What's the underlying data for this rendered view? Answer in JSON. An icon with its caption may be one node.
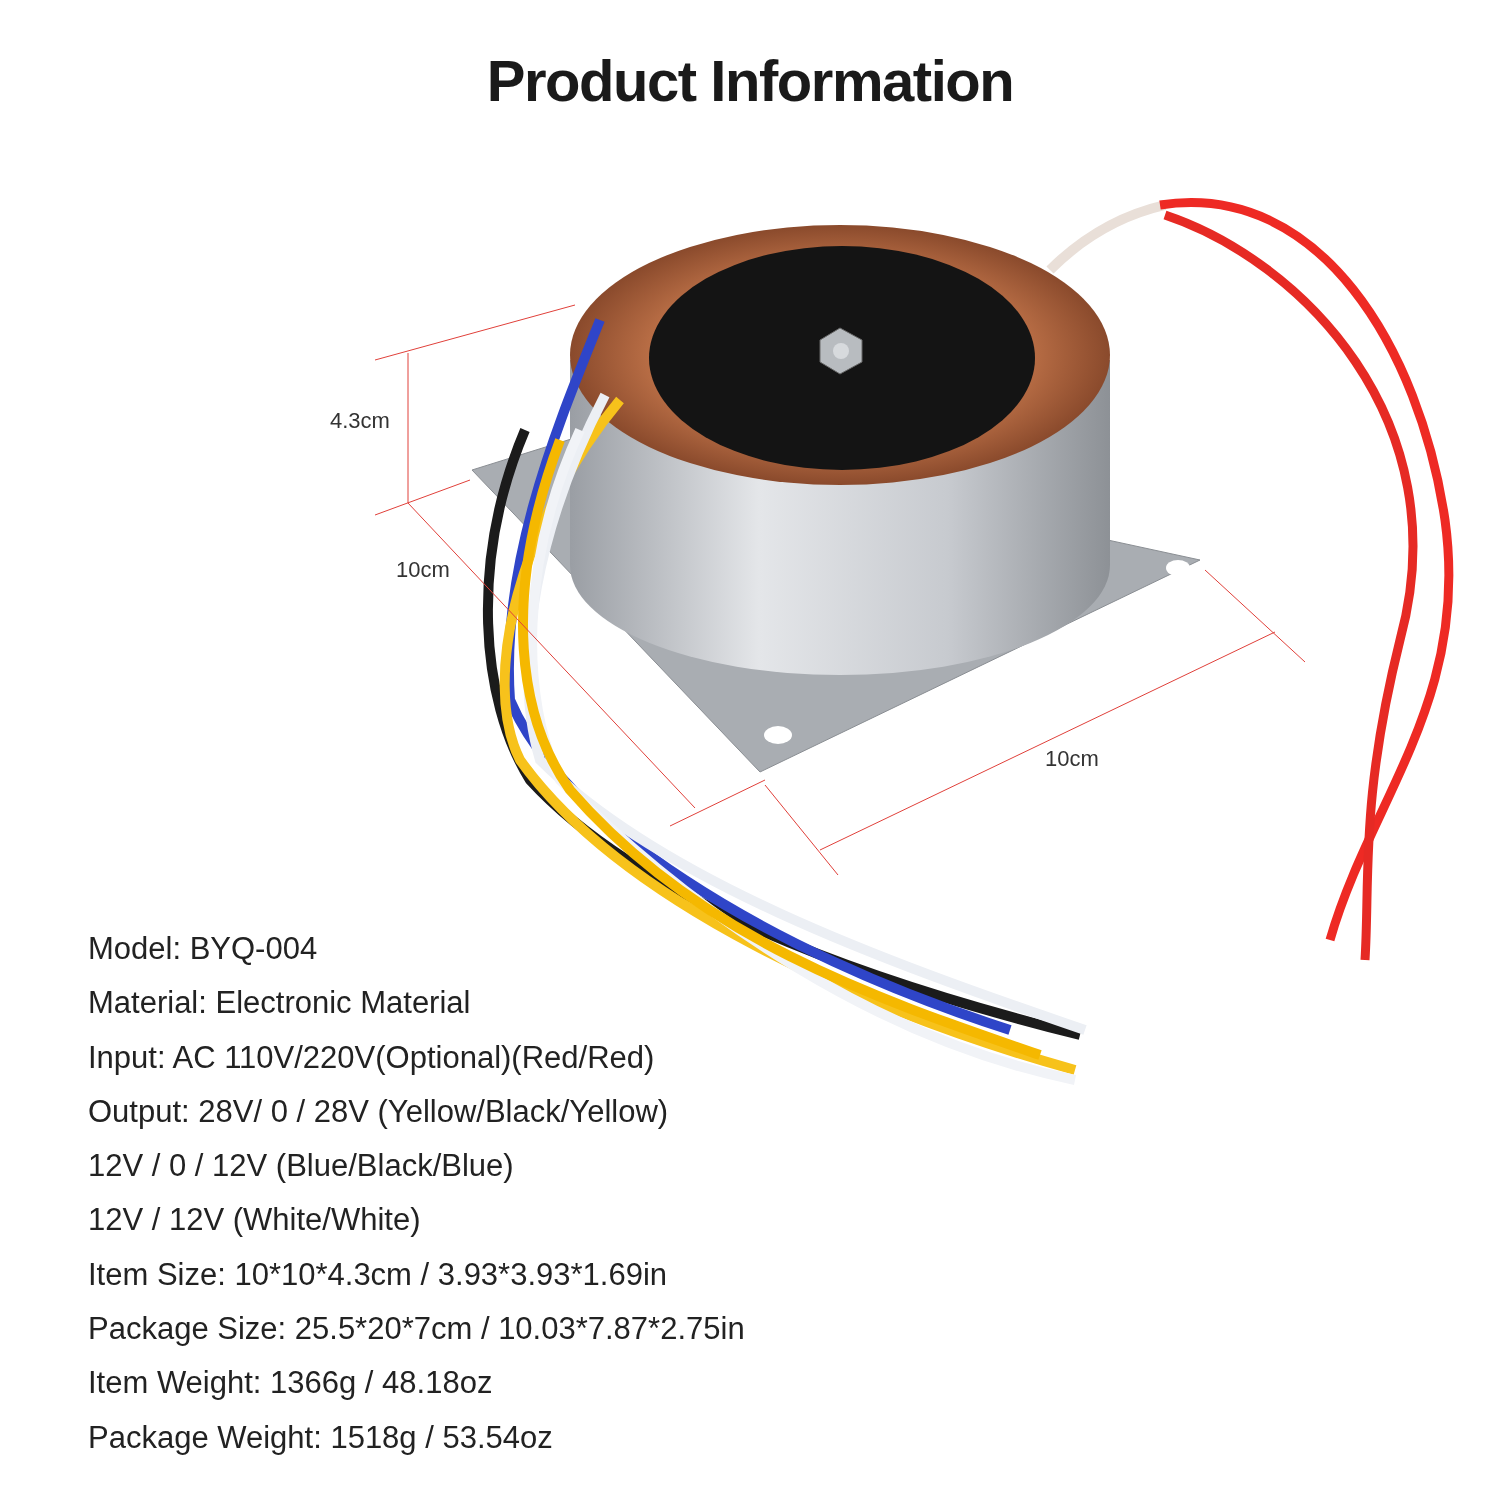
{
  "diagram": {
    "title": "Product Information",
    "labels": [
      "4.3cm",
      "10cm",
      "10cm",
      "Model: BYQ-004",
      "Material: Electronic Material",
      "Input: AC 110V/220V(Optional)(Red/Red)",
      "Output: 28V/ 0 / 28V (Yellow/Black/Yellow)",
      "12V / 0 / 12V (Blue/Black/Blue)",
      "12V / 12V (White/White)",
      "Item Size: 10*10*4.3cm / 3.93*3.93*1.69in",
      "Package Size: 25.5*20*7cm / 10.03*7.87*2.75in",
      "Item Weight: 1366g / 48.18oz",
      "Package Weight: 1518g / 53.54oz"
    ]
  }
}
